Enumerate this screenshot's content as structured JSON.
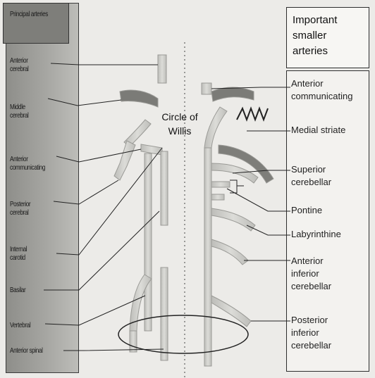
{
  "left_panel": {
    "heading": "Principal\narteries",
    "labels": [
      "Anterior\ncerebral",
      "Middle\ncerebral",
      "Anterior\ncommunicating",
      "Posterior\ncerebral",
      "Internal\ncarotid",
      "Basilar",
      "Vertebral",
      "Anterior spinal"
    ]
  },
  "right_panel": {
    "heading": "Important\nsmaller\narteries",
    "labels": [
      "Anterior\ncommunicating",
      "Medial striate",
      "Superior\ncerebellar",
      "Pontine",
      "Labyrinthine",
      "Anterior\ninferior\ncerebellar",
      "Posterior\ninferior\ncerebellar"
    ]
  },
  "center_label": "Circle of\nWillis",
  "colors": {
    "artery_fill": "#cfcfcb",
    "artery_dark": "#6f6f6b",
    "outline": "#2b2b2b"
  }
}
